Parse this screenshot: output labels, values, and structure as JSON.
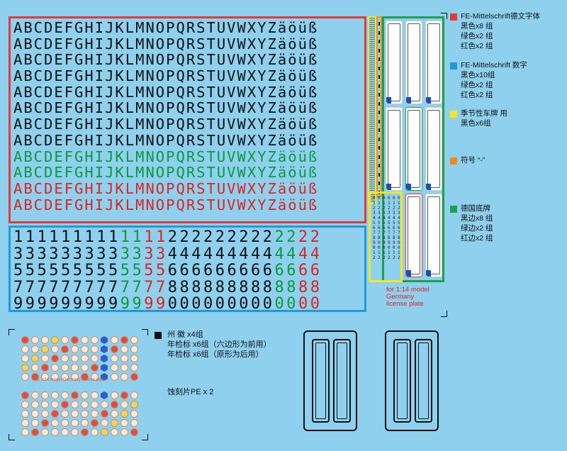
{
  "letters": {
    "alphabet": "ABCDEFGHIJKLMNOPQRSTUVWXYZäöüß",
    "rows": [
      "k",
      "k",
      "k",
      "k",
      "k",
      "k",
      "k",
      "k",
      "g",
      "g",
      "r",
      "r"
    ]
  },
  "digits": {
    "rows": [
      [
        "1",
        "1",
        "1",
        "1",
        "1",
        "1",
        "1",
        "1",
        "1",
        "1",
        "1",
        "1",
        "1",
        "2",
        "2",
        "2",
        "2",
        "2",
        "2",
        "2",
        "2",
        "2",
        "2",
        "2",
        "2",
        "2"
      ],
      [
        "3",
        "3",
        "3",
        "3",
        "3",
        "3",
        "3",
        "3",
        "3",
        "3",
        "3",
        "3",
        "3",
        "4",
        "4",
        "4",
        "4",
        "4",
        "4",
        "4",
        "4",
        "4",
        "4",
        "4",
        "4",
        "4"
      ],
      [
        "5",
        "5",
        "5",
        "5",
        "5",
        "5",
        "5",
        "5",
        "5",
        "5",
        "5",
        "5",
        "5",
        "6",
        "6",
        "6",
        "6",
        "6",
        "6",
        "6",
        "6",
        "6",
        "6",
        "6",
        "6",
        "6"
      ],
      [
        "7",
        "7",
        "7",
        "7",
        "7",
        "7",
        "7",
        "7",
        "7",
        "7",
        "7",
        "7",
        "7",
        "8",
        "8",
        "8",
        "8",
        "8",
        "8",
        "8",
        "8",
        "8",
        "8",
        "8",
        "8",
        "8"
      ],
      [
        "9",
        "9",
        "9",
        "9",
        "9",
        "9",
        "9",
        "9",
        "9",
        "9",
        "9",
        "9",
        "9",
        "0",
        "0",
        "0",
        "0",
        "0",
        "0",
        "0",
        "0",
        "0",
        "0",
        "0",
        "0",
        "0"
      ]
    ],
    "colors": [
      "k",
      "k",
      "k",
      "k",
      "k",
      "k",
      "k",
      "k",
      "k",
      "g",
      "g",
      "r",
      "r",
      "k",
      "k",
      "k",
      "k",
      "k",
      "k",
      "k",
      "k",
      "k",
      "g",
      "g",
      "r",
      "r"
    ]
  },
  "number_strip": "0123456789012",
  "caption": [
    "for 1:14 model",
    "Germany",
    "license plate"
  ],
  "colors": {
    "red": "#e53935",
    "blue": "#1e9bd7",
    "yellow": "#f5e61a",
    "orange": "#f08a1c",
    "green": "#1aa34a",
    "black": "#111111"
  },
  "legend": [
    {
      "title": "FE-Mittelschrift德文字体",
      "lines": [
        "黑色x8  组",
        "绿色x2  组",
        "红色x2  组"
      ]
    },
    {
      "title": "FE-Mittelschrift 数字",
      "lines": [
        "黑色x10组",
        "绿色x2  组",
        "红色x2  组"
      ]
    },
    {
      "title": "季节性车牌 用",
      "lines": [
        "黑色x6组"
      ]
    },
    {
      "title": "符号 “-”",
      "lines": []
    },
    {
      "title": "德国底牌",
      "lines": [
        "黑边x8 组",
        "绿边x2 组",
        "红边x2 组"
      ]
    }
  ],
  "sticker_sheet_caption": "- for 1:14 model  Germany license plate -",
  "bottom_legend": {
    "lines": [
      "州    徽 x4组",
      "年检标 x6组（六边形为前用）",
      "年检标 x6组（原形为后用）"
    ],
    "pe": "蚀刻片PE x 2"
  }
}
